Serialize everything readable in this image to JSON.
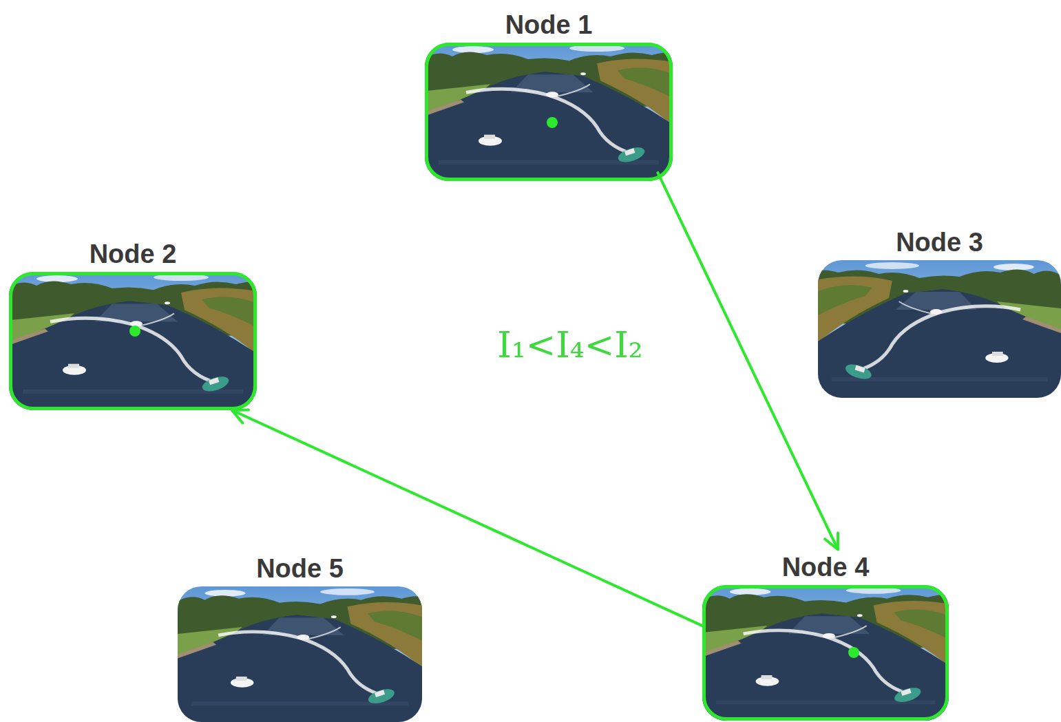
{
  "diagram": {
    "nodes": [
      {
        "text": [
          "Node 1"
        ]
      },
      {
        "text": [
          "Node 2"
        ]
      },
      {
        "text": [
          "Node 3"
        ]
      },
      {
        "text": [
          "Node 4"
        ]
      },
      {
        "text": [
          "Node 5"
        ]
      }
    ],
    "edges": [
      {
        "from": 0,
        "to": 3,
        "arrow": "to"
      },
      {
        "from": 3,
        "to": 1,
        "arrow": "to"
      }
    ],
    "labels": [
      "I₁<I₄<I₂"
    ]
  }
}
